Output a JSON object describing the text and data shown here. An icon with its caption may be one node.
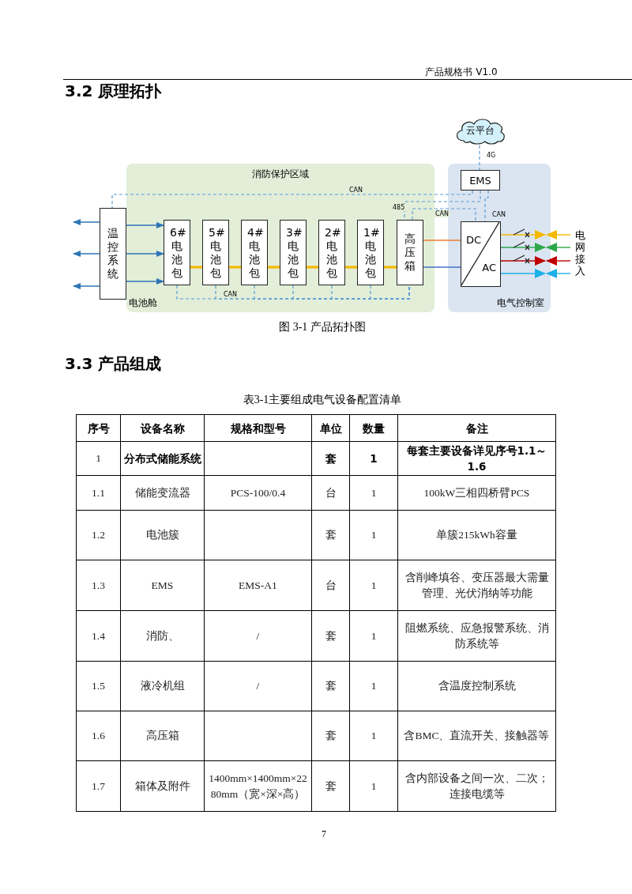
{
  "diagram": {
    "caption": "图 3-1 产品拓扑图",
    "nodes": [
      {
        "text": [
          "消防保护区域",
          "电池舱"
        ]
      },
      {
        "text": [
          "电气控制室"
        ]
      },
      {
        "text": [
          "云平台"
        ]
      },
      {
        "text": [
          "EMS"
        ],
        "in": 1
      },
      {
        "text": [
          "温控系统"
        ]
      },
      {
        "text": [
          "6#电池包"
        ],
        "in": 0
      },
      {
        "text": [
          "5#电池包"
        ],
        "in": 0
      },
      {
        "text": [
          "4#电池包"
        ],
        "in": 0
      },
      {
        "text": [
          "3#电池包"
        ],
        "in": 0
      },
      {
        "text": [
          "2#电池包"
        ],
        "in": 0
      },
      {
        "text": [
          "1#电池包"
        ],
        "in": 0
      },
      {
        "text": [
          "高压箱"
        ],
        "in": 0
      },
      {
        "text": [
          "DC",
          "AC"
        ],
        "in": 1
      },
      {
        "text": [
          "电网接入"
        ]
      }
    ],
    "edges": [
      {
        "from": 2,
        "to": 3,
        "arrow": "none",
        "label": "4G",
        "style": "dashed"
      },
      {
        "from": 3,
        "to": 4,
        "arrow": "none",
        "label": "CAN",
        "style": "dashed"
      },
      {
        "from": 3,
        "to": 11,
        "arrow": "none",
        "label": "485",
        "style": "dashed"
      },
      {
        "from": 11,
        "to": 12,
        "arrow": "none",
        "label": "CAN",
        "style": "dashed"
      },
      {
        "from": 3,
        "to": 12,
        "arrow": "none",
        "label": "CAN",
        "style": "dashed"
      },
      {
        "from": 5,
        "to": 11,
        "arrow": "none",
        "label": "CAN",
        "style": "dashed"
      },
      {
        "from": 6,
        "to": 11,
        "arrow": "none",
        "style": "dashed"
      },
      {
        "from": 7,
        "to": 11,
        "arrow": "none",
        "style": "dashed"
      },
      {
        "from": 8,
        "to": 11,
        "arrow": "none",
        "style": "dashed"
      },
      {
        "from": 9,
        "to": 11,
        "arrow": "none",
        "style": "dashed"
      },
      {
        "from": 10,
        "to": 11,
        "arrow": "none",
        "style": "dashed"
      },
      {
        "from": 5,
        "to": 6,
        "arrow": "none",
        "style": "thick",
        "color": "#f5b800"
      },
      {
        "from": 6,
        "to": 7,
        "arrow": "none",
        "style": "thick",
        "color": "#f5b800"
      },
      {
        "from": 7,
        "to": 8,
        "arrow": "none",
        "style": "thick",
        "color": "#f5b800"
      },
      {
        "from": 8,
        "to": 9,
        "arrow": "none",
        "style": "thick",
        "color": "#f5b800"
      },
      {
        "from": 9,
        "to": 10,
        "arrow": "none",
        "style": "thick",
        "color": "#f5b800"
      },
      {
        "from": 10,
        "to": 11,
        "arrow": "none",
        "style": "thick",
        "color": "#f5b800"
      },
      {
        "from": 11,
        "to": 12,
        "arrow": "none",
        "color": "#ed7d31"
      },
      {
        "from": 11,
        "to": 12,
        "arrow": "none",
        "color": "#4472c4"
      },
      {
        "from": 12,
        "to": null,
        "arrow": "to",
        "color": "#f5b800"
      },
      {
        "from": 13,
        "to": 1,
        "arrow": "to",
        "color": "#f5b800"
      },
      {
        "from": 12,
        "to": null,
        "arrow": "to",
        "color": "#2ca84a"
      },
      {
        "from": 13,
        "to": 1,
        "arrow": "to",
        "color": "#2ca84a"
      },
      {
        "from": 12,
        "to": null,
        "arrow": "to",
        "color": "#c00000"
      },
      {
        "from": 13,
        "to": 1,
        "arrow": "to",
        "color": "#c00000"
      },
      {
        "from": 12,
        "to": null,
        "arrow": "to",
        "color": "#1cb0e8"
      },
      {
        "from": 13,
        "to": 1,
        "arrow": "to",
        "color": "#1cb0e8"
      },
      {
        "from": 4,
        "to": null,
        "arrow": "to"
      },
      {
        "from": 4,
        "to": null,
        "arrow": "to"
      },
      {
        "from": 4,
        "to": null,
        "arrow": "to"
      },
      {
        "from": 4,
        "to": 5,
        "arrow": "to"
      },
      {
        "from": 4,
        "to": 5,
        "arrow": "to"
      },
      {
        "from": 4,
        "to": 5,
        "arrow": "to"
      }
    ],
    "labels": [
      "产品规格书 V1.0",
      "3.2 原理拓扑",
      "3.3 产品组成",
      "表3-1主要组成电气设备配置清单",
      "序号",
      "设备名称",
      "规格和型号",
      "单位",
      "数量",
      "备注",
      "1",
      "分布式储能系统",
      "套",
      "1",
      "每套主要设备详见序号1.1～1.6",
      "1.1",
      "储能变流器",
      "PCS-100/0.4",
      "台",
      "1",
      "100kW三相四桥臂PCS",
      "1.2",
      "电池簇",
      "套",
      "1",
      "单簇215kWh容量",
      "1.3",
      "EMS",
      "EMS-A1",
      "台",
      "1",
      "含削峰填谷、变压器最大需量管理、光伏消纳等功能",
      "1.4",
      "消防、",
      "/",
      "套",
      "1",
      "阻燃系统、应急报警系统、消防系统等",
      "1.5",
      "液冷机组",
      "/",
      "套",
      "1",
      "含温度控制系统",
      "1.6",
      "高压箱",
      "套",
      "1",
      "含BMC、直流开关、接触器等",
      "1.7",
      "箱体及附件",
      "1400mm×1400mm×2280mm（宽×深×高）",
      "套",
      "1",
      "含内部设备之间一次、二次；连接电缆等",
      "7"
    ]
  }
}
